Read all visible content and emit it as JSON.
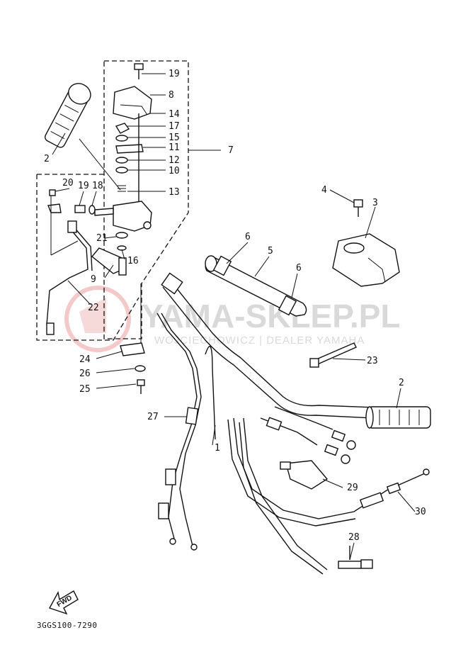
{
  "watermark": {
    "brand": "YAMA-SKLEP.PL",
    "tagline": "WOJCIECHOWICZ | DEALER YAMAHA"
  },
  "diagram_code": "3GGS100-7290",
  "fwd_label": "FWD",
  "callouts": [
    "1",
    "2",
    "2",
    "3",
    "4",
    "5",
    "6",
    "6",
    "7",
    "8",
    "9",
    "10",
    "11",
    "12",
    "13",
    "14",
    "15",
    "16",
    "17",
    "18",
    "19",
    "19",
    "20",
    "21",
    "22",
    "23",
    "24",
    "25",
    "26",
    "27",
    "28",
    "29",
    "30"
  ]
}
